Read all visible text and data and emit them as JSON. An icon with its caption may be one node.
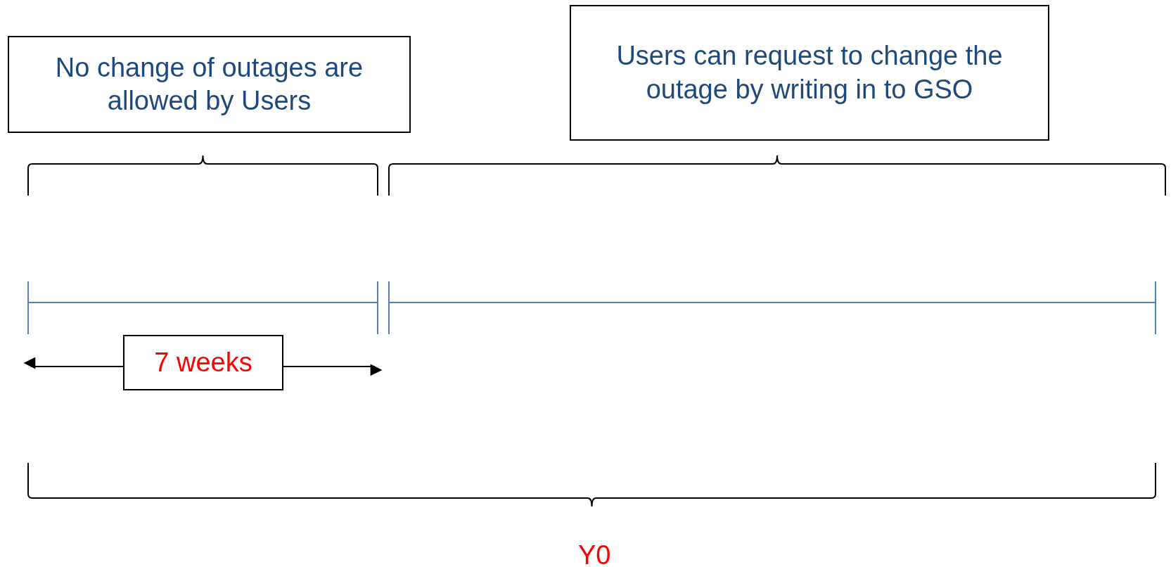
{
  "diagram": {
    "nodes": [
      {
        "text": [
          "No change of outages are allowed by Users"
        ]
      },
      {
        "text": [
          "Users can request to change the outage by writing in to GSO"
        ]
      },
      {
        "text": [
          "7 weeks"
        ]
      }
    ],
    "edges": [],
    "labels": [
      "Y0"
    ]
  }
}
